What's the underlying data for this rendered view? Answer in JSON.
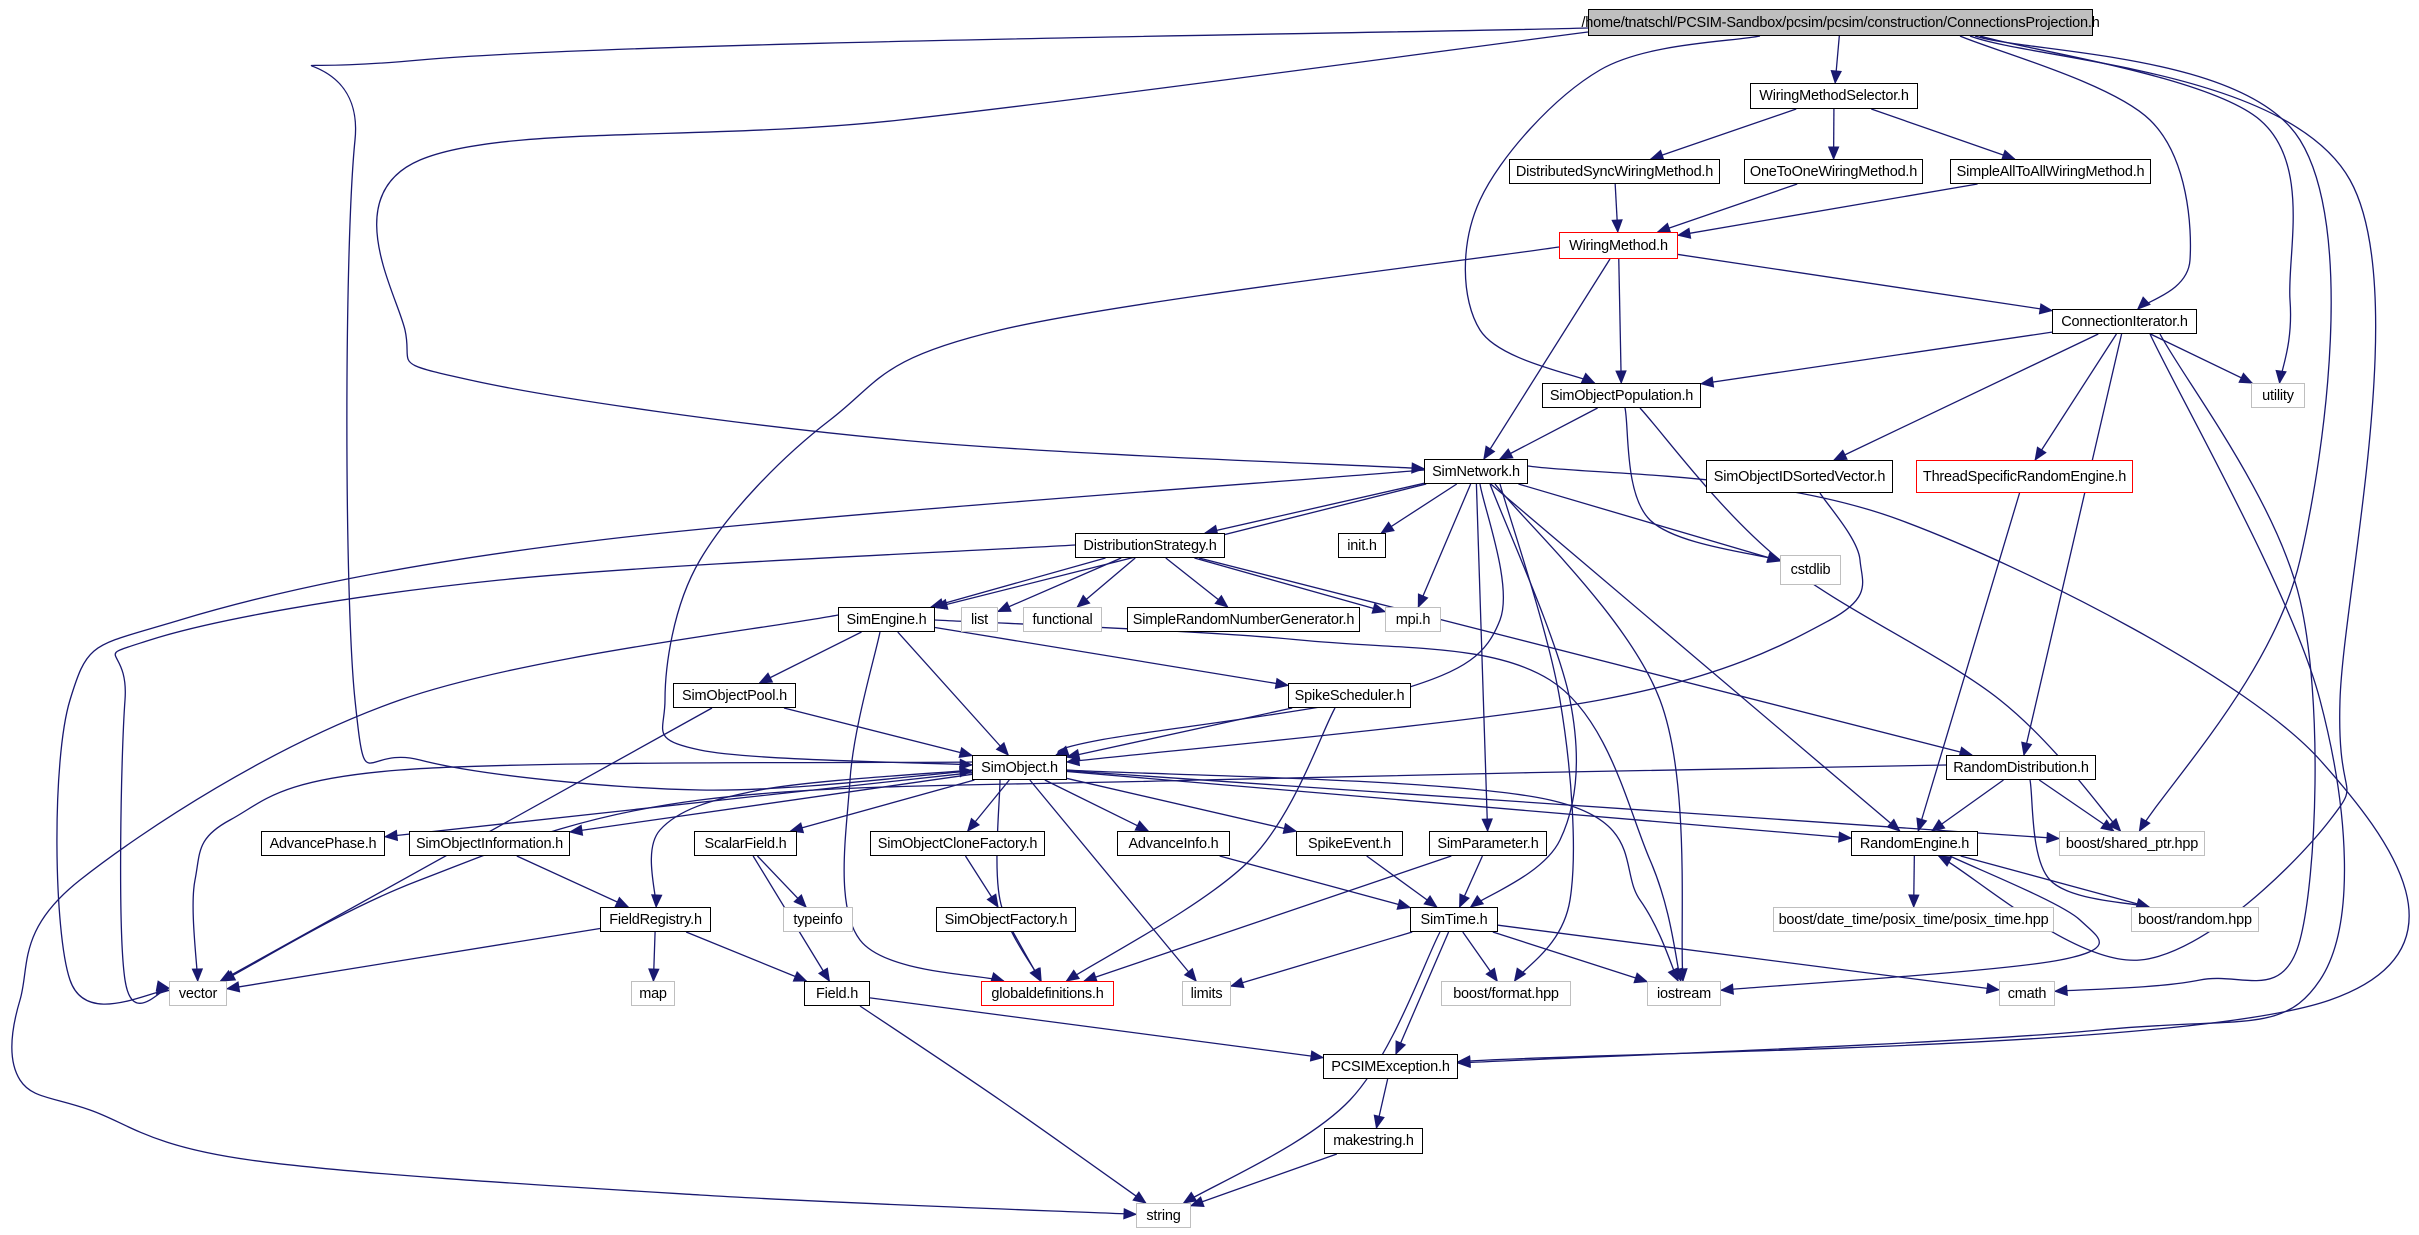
{
  "title": "/home/tnatschl/PCSIM-Sandbox/pcsim/pcsim/construction/ConnectionsProjection.h",
  "colors": {
    "edge": "#191970",
    "root_fill": "#bfbfbf",
    "project_border": "#000000",
    "system_border": "#bfbfbf",
    "incomplete_border": "#ff0000"
  },
  "nodes": [
    {
      "id": "root",
      "label": "/home/tnatschl/PCSIM-Sandbox/pcsim/pcsim/construction/ConnectionsProjection.h",
      "kind": "root"
    },
    {
      "id": "wms",
      "label": "WiringMethodSelector.h",
      "kind": "project"
    },
    {
      "id": "dswm",
      "label": "DistributedSyncWiringMethod.h",
      "kind": "project"
    },
    {
      "id": "otowm",
      "label": "OneToOneWiringMethod.h",
      "kind": "project"
    },
    {
      "id": "saawm",
      "label": "SimpleAllToAllWiringMethod.h",
      "kind": "project"
    },
    {
      "id": "wm",
      "label": "WiringMethod.h",
      "kind": "incomplete"
    },
    {
      "id": "ci",
      "label": "ConnectionIterator.h",
      "kind": "project"
    },
    {
      "id": "utility",
      "label": "utility",
      "kind": "system"
    },
    {
      "id": "sop",
      "label": "SimObjectPopulation.h",
      "kind": "project"
    },
    {
      "id": "sn",
      "label": "SimNetwork.h",
      "kind": "project"
    },
    {
      "id": "soidsv",
      "label": "SimObjectIDSortedVector.h",
      "kind": "project"
    },
    {
      "id": "tsre",
      "label": "ThreadSpecificRandomEngine.h",
      "kind": "incomplete"
    },
    {
      "id": "init",
      "label": "init.h",
      "kind": "project"
    },
    {
      "id": "cstdlib",
      "label": "cstdlib",
      "kind": "system"
    },
    {
      "id": "ds",
      "label": "DistributionStrategy.h",
      "kind": "project"
    },
    {
      "id": "se",
      "label": "SimEngine.h",
      "kind": "project"
    },
    {
      "id": "list",
      "label": "list",
      "kind": "system"
    },
    {
      "id": "functional",
      "label": "functional",
      "kind": "system"
    },
    {
      "id": "srng",
      "label": "SimpleRandomNumberGenerator.h",
      "kind": "project"
    },
    {
      "id": "mpi",
      "label": "mpi.h",
      "kind": "system"
    },
    {
      "id": "sopool",
      "label": "SimObjectPool.h",
      "kind": "project"
    },
    {
      "id": "ss",
      "label": "SpikeScheduler.h",
      "kind": "project"
    },
    {
      "id": "so",
      "label": "SimObject.h",
      "kind": "project"
    },
    {
      "id": "rd",
      "label": "RandomDistribution.h",
      "kind": "project"
    },
    {
      "id": "ap",
      "label": "AdvancePhase.h",
      "kind": "project"
    },
    {
      "id": "soi",
      "label": "SimObjectInformation.h",
      "kind": "project"
    },
    {
      "id": "sf",
      "label": "ScalarField.h",
      "kind": "project"
    },
    {
      "id": "socf",
      "label": "SimObjectCloneFactory.h",
      "kind": "project"
    },
    {
      "id": "ai",
      "label": "AdvanceInfo.h",
      "kind": "project"
    },
    {
      "id": "sev",
      "label": "SpikeEvent.h",
      "kind": "project"
    },
    {
      "id": "sp",
      "label": "SimParameter.h",
      "kind": "project"
    },
    {
      "id": "re",
      "label": "RandomEngine.h",
      "kind": "project"
    },
    {
      "id": "bsp",
      "label": "boost/shared_ptr.hpp",
      "kind": "system"
    },
    {
      "id": "fr",
      "label": "FieldRegistry.h",
      "kind": "project"
    },
    {
      "id": "typeinfo",
      "label": "typeinfo",
      "kind": "system"
    },
    {
      "id": "sof",
      "label": "SimObjectFactory.h",
      "kind": "project"
    },
    {
      "id": "st",
      "label": "SimTime.h",
      "kind": "project"
    },
    {
      "id": "bdt",
      "label": "boost/date_time/posix_time/posix_time.hpp",
      "kind": "system"
    },
    {
      "id": "brand",
      "label": "boost/random.hpp",
      "kind": "system"
    },
    {
      "id": "vector",
      "label": "vector",
      "kind": "system"
    },
    {
      "id": "map",
      "label": "map",
      "kind": "system"
    },
    {
      "id": "field",
      "label": "Field.h",
      "kind": "project"
    },
    {
      "id": "gd",
      "label": "globaldefinitions.h",
      "kind": "incomplete"
    },
    {
      "id": "limits",
      "label": "limits",
      "kind": "system"
    },
    {
      "id": "bfmt",
      "label": "boost/format.hpp",
      "kind": "system"
    },
    {
      "id": "iostream",
      "label": "iostream",
      "kind": "system"
    },
    {
      "id": "cmath",
      "label": "cmath",
      "kind": "system"
    },
    {
      "id": "pe",
      "label": "PCSIMException.h",
      "kind": "project"
    },
    {
      "id": "ms",
      "label": "makestring.h",
      "kind": "project"
    },
    {
      "id": "string",
      "label": "string",
      "kind": "system"
    }
  ],
  "edges": [
    [
      "root",
      "wms"
    ],
    [
      "root",
      "sop"
    ],
    [
      "root",
      "sn"
    ],
    [
      "root",
      "so"
    ],
    [
      "root",
      "ci"
    ],
    [
      "root",
      "utility"
    ],
    [
      "root",
      "bsp"
    ],
    [
      "root",
      "re"
    ],
    [
      "wms",
      "dswm"
    ],
    [
      "wms",
      "otowm"
    ],
    [
      "wms",
      "saawm"
    ],
    [
      "dswm",
      "wm"
    ],
    [
      "otowm",
      "wm"
    ],
    [
      "saawm",
      "wm"
    ],
    [
      "wm",
      "ci"
    ],
    [
      "wm",
      "sop"
    ],
    [
      "wm",
      "sn"
    ],
    [
      "wm",
      "so"
    ],
    [
      "ci",
      "sop"
    ],
    [
      "ci",
      "utility"
    ],
    [
      "ci",
      "soidsv"
    ],
    [
      "ci",
      "tsre"
    ],
    [
      "ci",
      "rd"
    ],
    [
      "ci",
      "cmath"
    ],
    [
      "ci",
      "pe"
    ],
    [
      "sop",
      "sn"
    ],
    [
      "sop",
      "cstdlib"
    ],
    [
      "sop",
      "bsp"
    ],
    [
      "sn",
      "ds"
    ],
    [
      "sn",
      "init"
    ],
    [
      "sn",
      "cstdlib"
    ],
    [
      "sn",
      "se"
    ],
    [
      "sn",
      "mpi"
    ],
    [
      "sn",
      "so"
    ],
    [
      "sn",
      "sp"
    ],
    [
      "sn",
      "st"
    ],
    [
      "sn",
      "iostream"
    ],
    [
      "sn",
      "re"
    ],
    [
      "sn",
      "vector"
    ],
    [
      "sn",
      "bfmt"
    ],
    [
      "sn",
      "pe"
    ],
    [
      "soidsv",
      "so"
    ],
    [
      "tsre",
      "re"
    ],
    [
      "ds",
      "se"
    ],
    [
      "ds",
      "list"
    ],
    [
      "ds",
      "functional"
    ],
    [
      "ds",
      "srng"
    ],
    [
      "ds",
      "mpi"
    ],
    [
      "ds",
      "rd"
    ],
    [
      "ds",
      "vector"
    ],
    [
      "se",
      "sopool"
    ],
    [
      "se",
      "ss"
    ],
    [
      "se",
      "so"
    ],
    [
      "se",
      "gd"
    ],
    [
      "se",
      "iostream"
    ],
    [
      "se",
      "string"
    ],
    [
      "sopool",
      "so"
    ],
    [
      "sopool",
      "vector"
    ],
    [
      "ss",
      "so"
    ],
    [
      "ss",
      "gd"
    ],
    [
      "rd",
      "re"
    ],
    [
      "rd",
      "bsp"
    ],
    [
      "rd",
      "brand"
    ],
    [
      "rd",
      "vector"
    ],
    [
      "so",
      "ap"
    ],
    [
      "so",
      "soi"
    ],
    [
      "so",
      "sf"
    ],
    [
      "so",
      "socf"
    ],
    [
      "so",
      "ai"
    ],
    [
      "so",
      "sev"
    ],
    [
      "so",
      "fr"
    ],
    [
      "so",
      "gd"
    ],
    [
      "so",
      "limits"
    ],
    [
      "so",
      "vector"
    ],
    [
      "so",
      "re"
    ],
    [
      "so",
      "bsp"
    ],
    [
      "so",
      "iostream"
    ],
    [
      "soi",
      "fr"
    ],
    [
      "sf",
      "typeinfo"
    ],
    [
      "sf",
      "field"
    ],
    [
      "socf",
      "sof"
    ],
    [
      "sof",
      "gd"
    ],
    [
      "ai",
      "st"
    ],
    [
      "sev",
      "st"
    ],
    [
      "sp",
      "st"
    ],
    [
      "sp",
      "gd"
    ],
    [
      "re",
      "bdt"
    ],
    [
      "re",
      "brand"
    ],
    [
      "re",
      "iostream"
    ],
    [
      "fr",
      "vector"
    ],
    [
      "fr",
      "map"
    ],
    [
      "fr",
      "field"
    ],
    [
      "st",
      "limits"
    ],
    [
      "st",
      "bfmt"
    ],
    [
      "st",
      "iostream"
    ],
    [
      "st",
      "cmath"
    ],
    [
      "st",
      "pe"
    ],
    [
      "st",
      "string"
    ],
    [
      "field",
      "pe"
    ],
    [
      "field",
      "string"
    ],
    [
      "pe",
      "ms"
    ],
    [
      "ms",
      "string"
    ]
  ]
}
